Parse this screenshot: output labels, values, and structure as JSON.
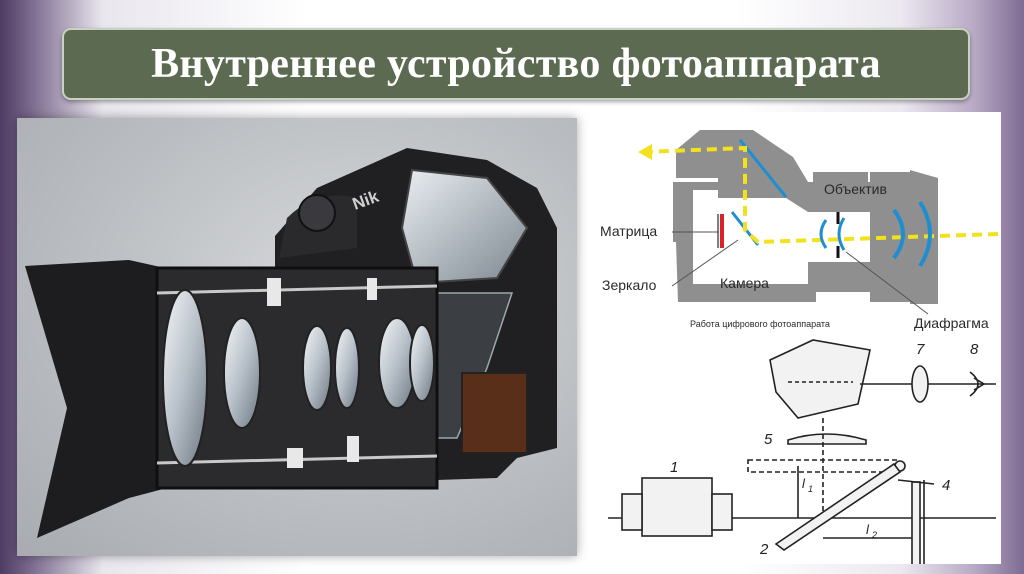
{
  "slide": {
    "title": "Внутреннее устройство фотоаппарата"
  },
  "photo": {
    "brand_mark": "Nik"
  },
  "digital_diagram": {
    "caption": "Работа цифрового фотоаппарата",
    "labels": {
      "lens": "Объектив",
      "sensor": "Матрица",
      "mirror": "Зеркало",
      "camera": "Камера",
      "aperture": "Диафрагма"
    },
    "colors": {
      "body": "#8f8f8f",
      "beam": "#f2e21e",
      "optics": "#1f8ed0",
      "sensor": "#d8232a"
    }
  },
  "optical_scheme": {
    "numbers": {
      "n1": "1",
      "n2": "2",
      "n4": "4",
      "n5": "5",
      "n7": "7",
      "n8": "8"
    },
    "distances": {
      "l1": "l",
      "l1_sub": "1",
      "l2": "l",
      "l2_sub": "2"
    }
  }
}
